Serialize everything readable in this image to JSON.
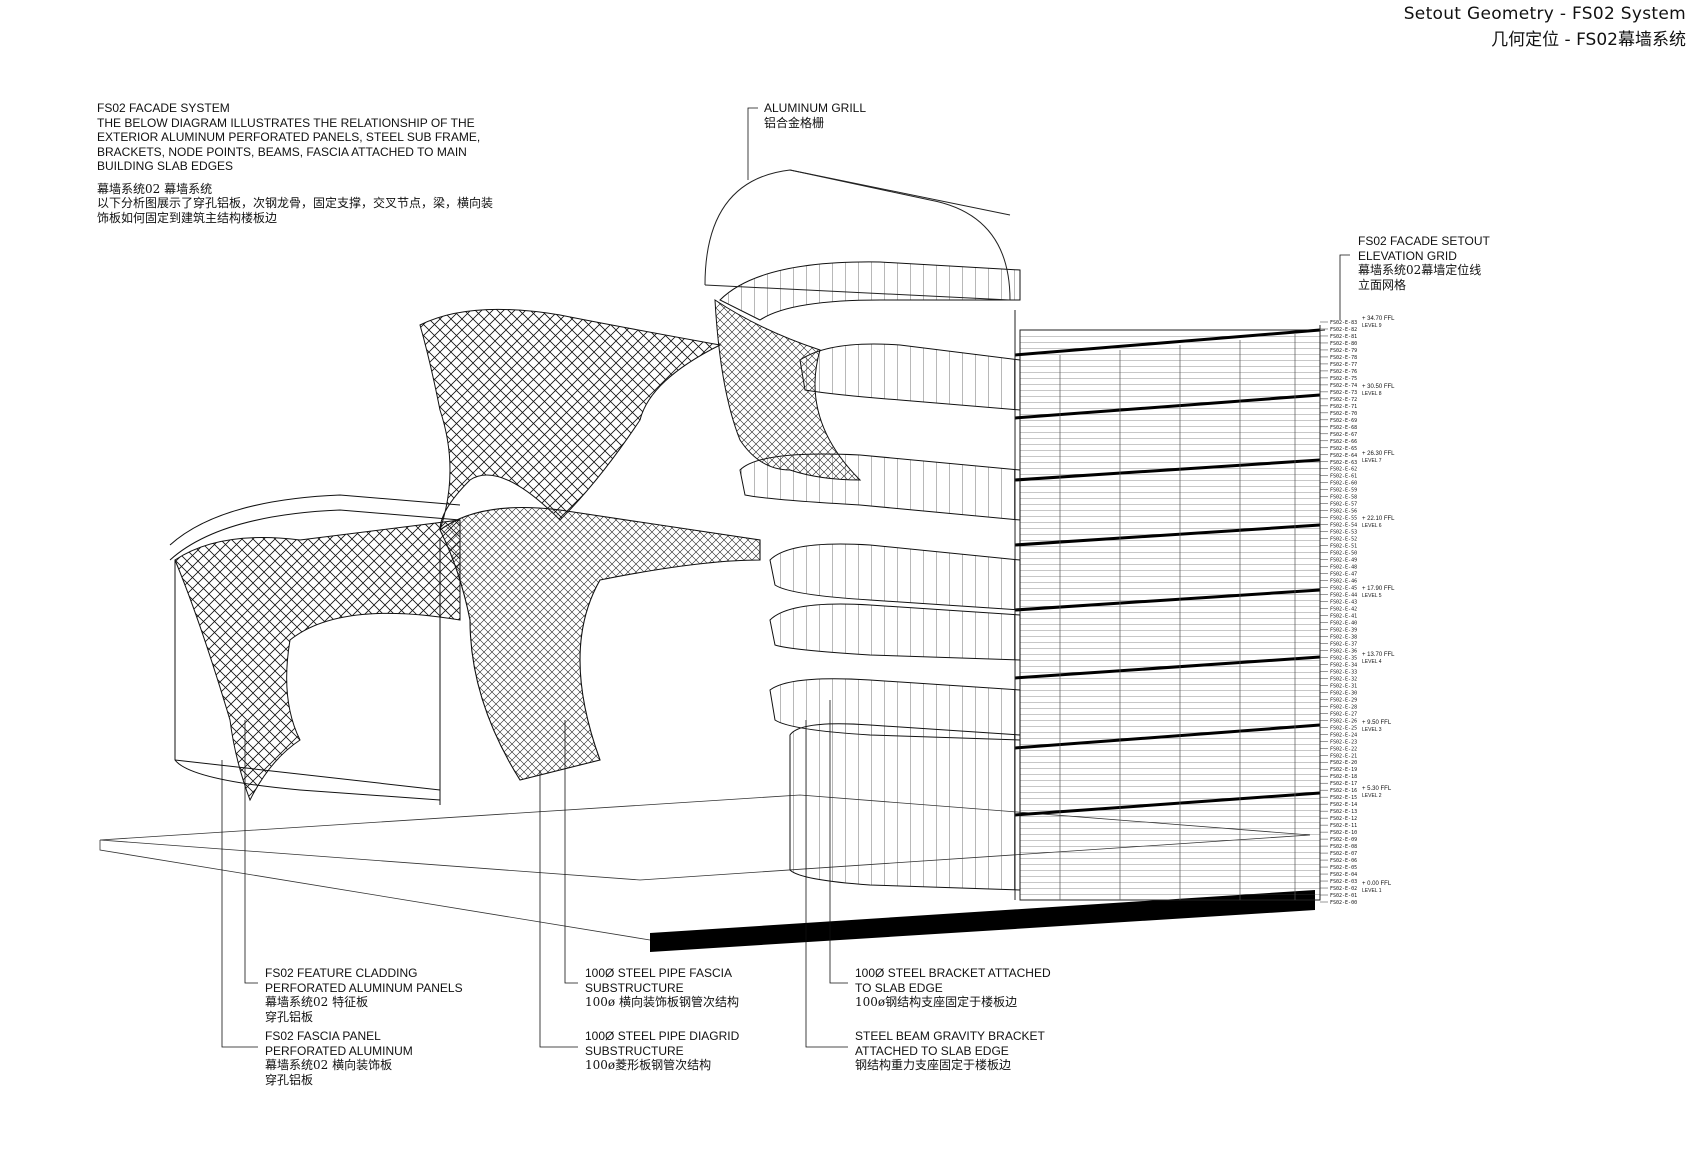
{
  "header": {
    "title_en": "Setout Geometry - FS02 System",
    "title_cn": "几何定位 - FS02幕墙系统"
  },
  "intro": {
    "heading": "FS02 FACADE SYSTEM",
    "line1": "THE BELOW DIAGRAM ILLUSTRATES THE RELATIONSHIP OF THE",
    "line2": "EXTERIOR ALUMINUM PERFORATED PANELS, STEEL SUB FRAME,",
    "line3": "BRACKETS, NODE POINTS, BEAMS, FASCIA ATTACHED TO MAIN",
    "line4": "BUILDING SLAB EDGES",
    "cn1": "幕墙系统02 幕墙系统",
    "cn2": "以下分析图展示了穿孔铝板，次钢龙骨，固定支撑，交叉节点，梁，横向装",
    "cn3": "饰板如何固定到建筑主结构楼板边"
  },
  "labels": {
    "grill_en": "ALUMINUM GRILL",
    "grill_cn": "铝合金格栅",
    "setout_en1": "FS02 FACADE SETOUT",
    "setout_en2": "ELEVATION GRID",
    "setout_cn1": "幕墙系统02幕墙定位线",
    "setout_cn2": "立面网格",
    "cladding_en1": "FS02 FEATURE CLADDING",
    "cladding_en2": "PERFORATED ALUMINUM PANELS",
    "cladding_cn1": "幕墙系统02 特征板",
    "cladding_cn2": "穿孔铝板",
    "fascia_en1": "FS02 FASCIA PANEL",
    "fascia_en2": "PERFORATED ALUMINUM",
    "fascia_cn1": "幕墙系统02 横向装饰板",
    "fascia_cn2": "穿孔铝板",
    "pipe_fascia_en1": "100ø STEEL PIPE FASCIA",
    "pipe_fascia_en2": "SUBSTRUCTURE",
    "pipe_fascia_cn": "100ø 横向装饰板钢管次结构",
    "pipe_diagrid_en1": "100ø STEEL PIPE DIAGRID",
    "pipe_diagrid_en2": "SUBSTRUCTURE",
    "pipe_diagrid_cn": "100ø菱形板钢管次结构",
    "bracket_en1": "100ø STEEL BRACKET ATTACHED",
    "bracket_en2": "TO SLAB EDGE",
    "bracket_cn": "100ø钢结构支座固定于楼板边",
    "beam_en1": "STEEL BEAM GRAVITY BRACKET",
    "beam_en2": "ATTACHED TO SLAB EDGE",
    "beam_cn": "钢结构重力支座固定于楼板边"
  },
  "grid_labels": [
    "FS02-E-83",
    "FS02-E-82",
    "FS02-E-81",
    "FS02-E-80",
    "FS02-E-79",
    "FS02-E-78",
    "FS02-E-77",
    "FS02-E-76",
    "FS02-E-75",
    "FS02-E-74",
    "FS02-E-73",
    "FS02-E-72",
    "FS02-E-71",
    "FS02-E-70",
    "FS02-E-69",
    "FS02-E-68",
    "FS02-E-67",
    "FS02-E-66",
    "FS02-E-65",
    "FS02-E-64",
    "FS02-E-63",
    "FS02-E-62",
    "FS02-E-61",
    "FS02-E-60",
    "FS02-E-59",
    "FS02-E-58",
    "FS02-E-57",
    "FS02-E-56",
    "FS02-E-55",
    "FS02-E-54",
    "FS02-E-53",
    "FS02-E-52",
    "FS02-E-51",
    "FS02-E-50",
    "FS02-E-49",
    "FS02-E-48",
    "FS02-E-47",
    "FS02-E-46",
    "FS02-E-45",
    "FS02-E-44",
    "FS02-E-43",
    "FS02-E-42",
    "FS02-E-41",
    "FS02-E-40",
    "FS02-E-39",
    "FS02-E-38",
    "FS02-E-37",
    "FS02-E-36",
    "FS02-E-35",
    "FS02-E-34",
    "FS02-E-33",
    "FS02-E-32",
    "FS02-E-31",
    "FS02-E-30",
    "FS02-E-29",
    "FS02-E-28",
    "FS02-E-27",
    "FS02-E-26",
    "FS02-E-25",
    "FS02-E-24",
    "FS02-E-23",
    "FS02-E-22",
    "FS02-E-21",
    "FS02-E-20",
    "FS02-E-19",
    "FS02-E-18",
    "FS02-E-17",
    "FS02-E-16",
    "FS02-E-15",
    "FS02-E-14",
    "FS02-E-13",
    "FS02-E-12",
    "FS02-E-11",
    "FS02-E-10",
    "FS02-E-09",
    "FS02-E-08",
    "FS02-E-07",
    "FS02-E-06",
    "FS02-E-05",
    "FS02-E-04",
    "FS02-E-03",
    "FS02-E-02",
    "FS02-E-01",
    "FS02-E-00"
  ],
  "levels": [
    {
      "ffl": "+ 34.70 FFL",
      "name": "LEVEL 9"
    },
    {
      "ffl": "+ 30.50 FFL",
      "name": "LEVEL 8"
    },
    {
      "ffl": "+ 26.30 FFL",
      "name": "LEVEL 7"
    },
    {
      "ffl": "+ 22.10 FFL",
      "name": "LEVEL 6"
    },
    {
      "ffl": "+ 17.90 FFL",
      "name": "LEVEL 5"
    },
    {
      "ffl": "+ 13.70 FFL",
      "name": "LEVEL 4"
    },
    {
      "ffl": "+ 9.50 FFL",
      "name": "LEVEL 3"
    },
    {
      "ffl": "+ 5.30 FFL",
      "name": "LEVEL 2"
    },
    {
      "ffl": "+ 0.00 FFL",
      "name": "LEVEL 1"
    }
  ]
}
